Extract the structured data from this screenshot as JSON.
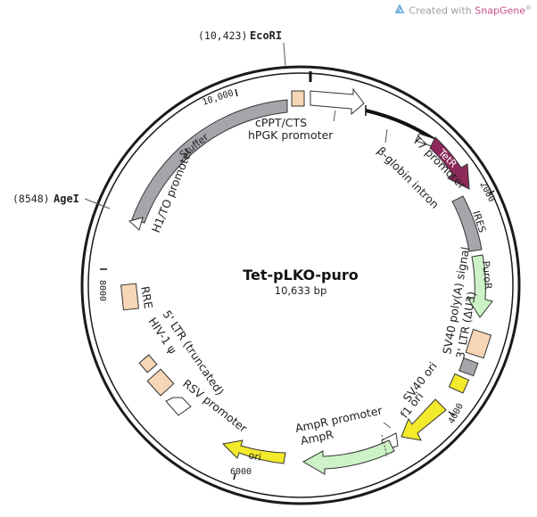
{
  "watermark": {
    "prefix": "Created with ",
    "brand": "SnapGene",
    "mark": "®"
  },
  "plasmid": {
    "name": "Tet-pLKO-puro",
    "length_label": "10,633 bp"
  },
  "sites": [
    {
      "pos": "(10,423)",
      "name": "EcoRI"
    },
    {
      "pos": "(8548)",
      "name": "AgeI"
    }
  ],
  "ticks": [
    "10,000",
    "2000",
    "4000",
    "6000",
    "8000"
  ],
  "features": {
    "cppt": "cPPT/CTS",
    "hpgk": "hPGK promoter",
    "t7": "T7 promoter",
    "tetr": "TetR",
    "bglobin": "β-globin intron",
    "ires": "IRES",
    "puror": "PuroR",
    "sv40pa": "SV40 poly(A) signal",
    "ltr3": "3' LTR (ΔU3)",
    "sv40ori": "SV40 ori",
    "f1ori": "f1 ori",
    "amppro": "AmpR promoter",
    "ampr": "AmpR",
    "ori": "ori",
    "rsv": "RSV promoter",
    "hiv": "HIV-1 ψ",
    "ltr5": "5' LTR (truncated)",
    "rre": "RRE",
    "stuffer": "Stuffer",
    "h1to": "H1/TO promoter"
  },
  "colors": {
    "backbone": "#1a1a1a",
    "tetr": "#8e2a5a",
    "ires": "#a4a6ac",
    "puror": "#cdf2c7",
    "ori": "#f2ea2a",
    "ampr": "#cdf2c7",
    "ltr": "#f6d6b4",
    "stuffer": "#a4a6ac",
    "promoter_arrow": "#ffffff"
  }
}
